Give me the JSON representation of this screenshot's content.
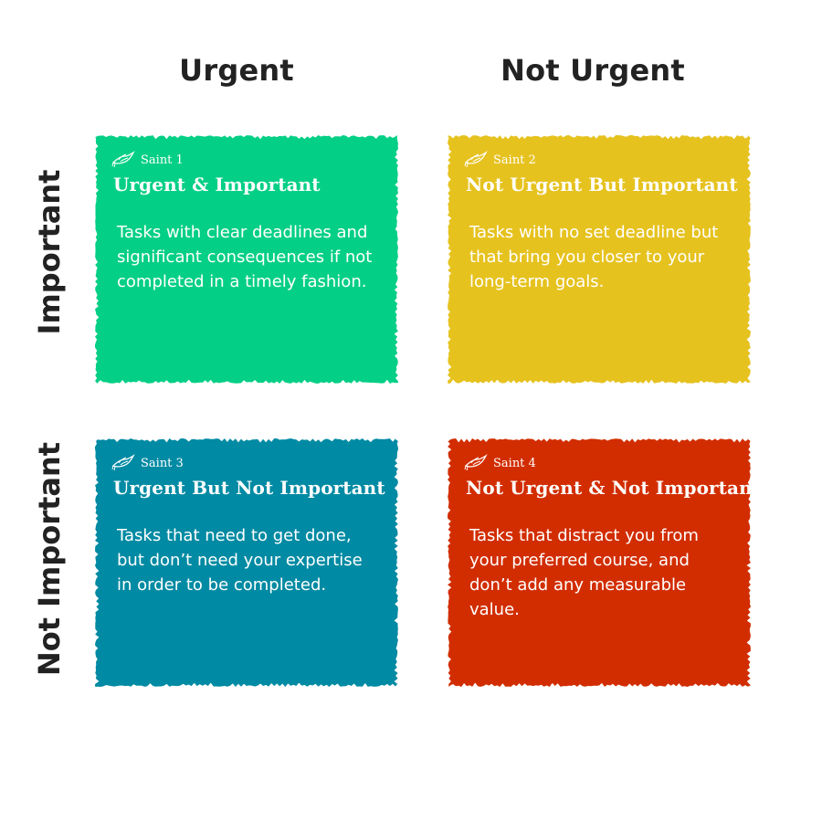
{
  "columns": {
    "urgent": "Urgent",
    "not_urgent": "Not Urgent"
  },
  "rows": {
    "important": "Important",
    "not_important": "Not Important"
  },
  "colors": {
    "q1": "#04cf86",
    "q2": "#e6c21f",
    "q3": "#008aa3",
    "q4": "#d22d00",
    "label_text": "#222222"
  },
  "quadrants": [
    {
      "saint": "Saint 1",
      "icon": "bird-icon",
      "title": "Urgent & Important",
      "description": "Tasks with clear deadlines and significant consequences if not completed in a timely fashion."
    },
    {
      "saint": "Saint 2",
      "icon": "bird-icon",
      "title": "Not Urgent But Important",
      "description": "Tasks with no set deadline but that bring you closer to your long-term goals."
    },
    {
      "saint": "Saint 3",
      "icon": "bird-icon",
      "title": "Urgent But Not Important",
      "description": "Tasks that need to get done, but don’t need your expertise in order to be completed."
    },
    {
      "saint": "Saint 4",
      "icon": "bird-icon",
      "title": "Not Urgent & Not Important",
      "description": "Tasks that distract you from your preferred course, and don’t add any measurable value."
    }
  ]
}
